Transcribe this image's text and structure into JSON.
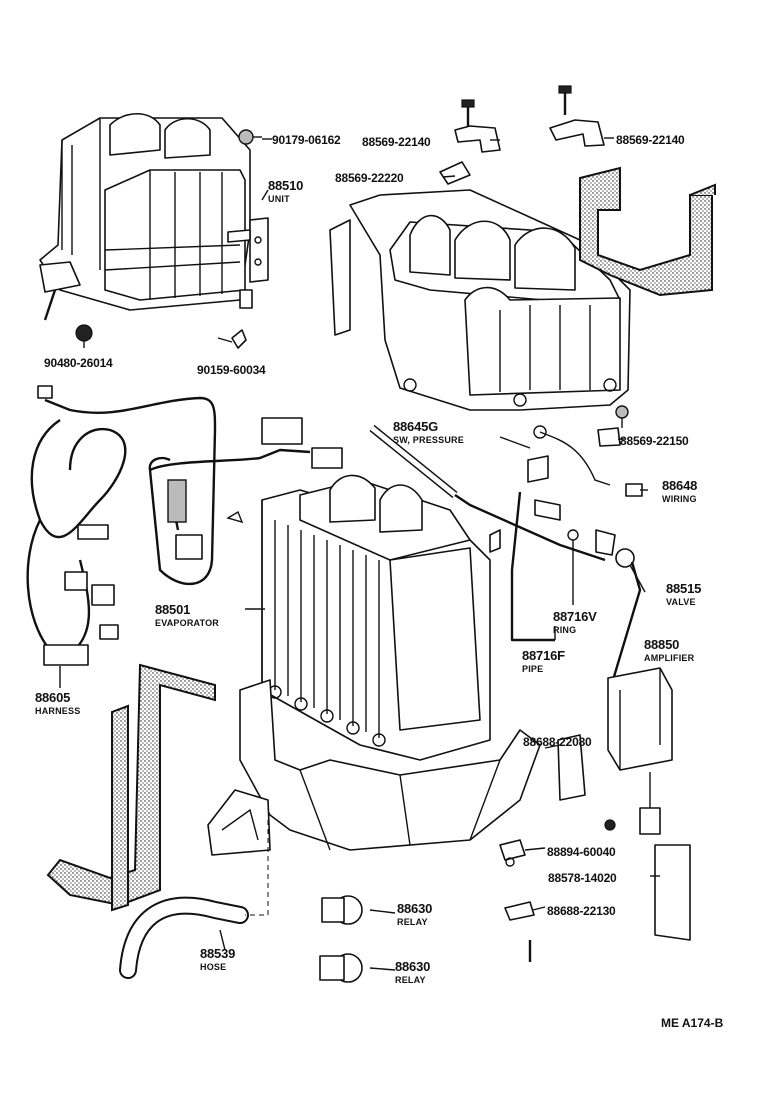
{
  "diagram": {
    "reference_code": "ME A174-B",
    "parts": [
      {
        "id": "p90179",
        "number": "90179-06162",
        "name": ""
      },
      {
        "id": "p88510",
        "number": "88510",
        "name": "UNIT"
      },
      {
        "id": "p88569a",
        "number": "88569-22140",
        "name": ""
      },
      {
        "id": "p88569b",
        "number": "88569-22140",
        "name": ""
      },
      {
        "id": "p88569c",
        "number": "88569-22220",
        "name": ""
      },
      {
        "id": "p90480",
        "number": "90480-26014",
        "name": ""
      },
      {
        "id": "p90159",
        "number": "90159-60034",
        "name": ""
      },
      {
        "id": "p88645",
        "number": "88645G",
        "name": "SW, PRESSURE"
      },
      {
        "id": "p88569d",
        "number": "88569-22150",
        "name": ""
      },
      {
        "id": "p88648",
        "number": "88648",
        "name": "WIRING"
      },
      {
        "id": "p88515",
        "number": "88515",
        "name": "VALVE"
      },
      {
        "id": "p88716v",
        "number": "88716V",
        "name": "RING"
      },
      {
        "id": "p88716f",
        "number": "88716F",
        "name": "PIPE"
      },
      {
        "id": "p88850",
        "number": "88850",
        "name": "AMPLIFIER"
      },
      {
        "id": "p88501",
        "number": "88501",
        "name": "EVAPORATOR"
      },
      {
        "id": "p88605",
        "number": "88605",
        "name": "HARNESS"
      },
      {
        "id": "p88688a",
        "number": "88688-22080",
        "name": ""
      },
      {
        "id": "p88894",
        "number": "88894-60040",
        "name": ""
      },
      {
        "id": "p88578",
        "number": "88578-14020",
        "name": ""
      },
      {
        "id": "p88688b",
        "number": "88688-22130",
        "name": ""
      },
      {
        "id": "p88630a",
        "number": "88630",
        "name": "RELAY"
      },
      {
        "id": "p88630b",
        "number": "88630",
        "name": "RELAY"
      },
      {
        "id": "p88539",
        "number": "88539",
        "name": "HOSE"
      }
    ]
  }
}
